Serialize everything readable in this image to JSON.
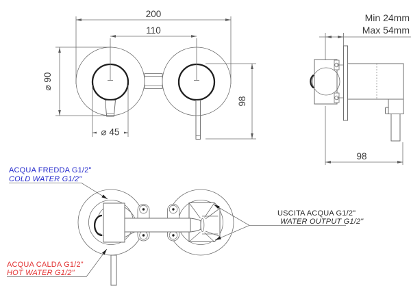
{
  "drawing": {
    "front_view": {
      "total_width": "200",
      "center_distance": "110",
      "rosette_diameter": "⌀ 90",
      "knob_diameter": "⌀ 45",
      "height": "98"
    },
    "side_view": {
      "depth_min": "Min 24mm",
      "depth_max": "Max 54mm",
      "projection": "98"
    },
    "bottom_view": {
      "cold_label_it": "ACQUA FREDDA G1/2\"",
      "cold_label_en": "COLD WATER G1/2\"",
      "hot_label_it": "ACQUA CALDA G1/2\"",
      "hot_label_en": "HOT WATER G1/2\"",
      "output_label_it": "USCITA ACQUA G1/2\"",
      "output_label_en": "WATER OUTPUT G1/2\""
    },
    "colors": {
      "cold": "#2328cc",
      "hot": "#e23333",
      "line": "#6e6e6e",
      "dark": "#1f1f1f"
    }
  }
}
